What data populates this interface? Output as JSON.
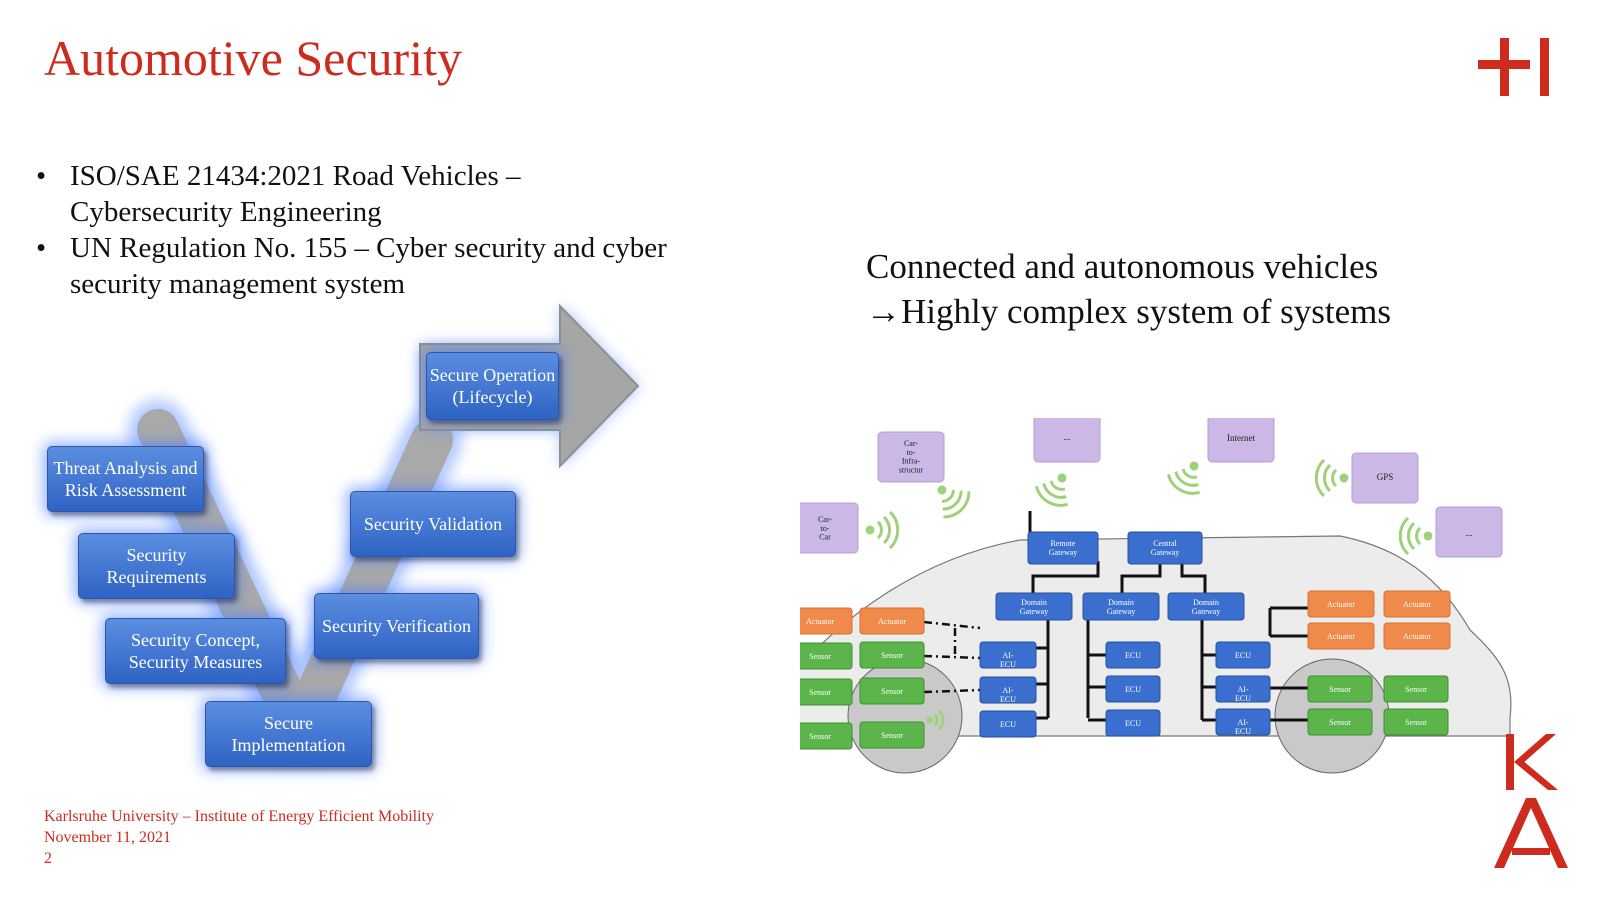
{
  "title": "Automotive Security",
  "bullets": [
    "ISO/SAE 21434:2021 Road Vehicles – Cybersecurity Engineering",
    "UN Regulation No. 155 – Cyber security and cyber security management system"
  ],
  "headline": {
    "line1": "Connected and autonomous vehicles",
    "line2": "→Highly complex system of systems"
  },
  "vmodel": {
    "threat": "Threat Analysis and Risk Assessment",
    "requirements": "Security Requirements",
    "concept": "Security Concept, Security Measures",
    "implementation": "Secure Implementation",
    "verification": "Security Verification",
    "validation": "Security Validation",
    "operation": "Secure Operation (Lifecycle)"
  },
  "footer": {
    "institute": "Karlsruhe University – Institute of Energy Efficient Mobility",
    "date": "November 11, 2021",
    "page": "2"
  },
  "diagram": {
    "external": {
      "car_to_car": "Car-to-Car",
      "car_to_infra": "Car-to-Infra-structur",
      "more1": "...",
      "internet": "Internet",
      "gps": "GPS",
      "more2": "..."
    },
    "remote_gateway": "Remote Gateway",
    "central_gateway": "Central Gateway",
    "domain_gateway": "Domain Gateway",
    "ecu": "ECU",
    "ai_ecu": "AI-ECU",
    "actuator": "Actuator",
    "sensor": "Sensor"
  },
  "colors": {
    "accent_red": "#cc2b1d",
    "box_blue": "#3a6fd0",
    "actuator_orange": "#f08a4b",
    "sensor_green": "#5bb54a",
    "external_purple": "#c8b6e2",
    "wireless_green": "#9fd07a"
  },
  "icons": [
    "kit-logo-h-icon",
    "kit-logo-ka-icon",
    "wireless-signal-icon",
    "process-arrow-icon"
  ]
}
